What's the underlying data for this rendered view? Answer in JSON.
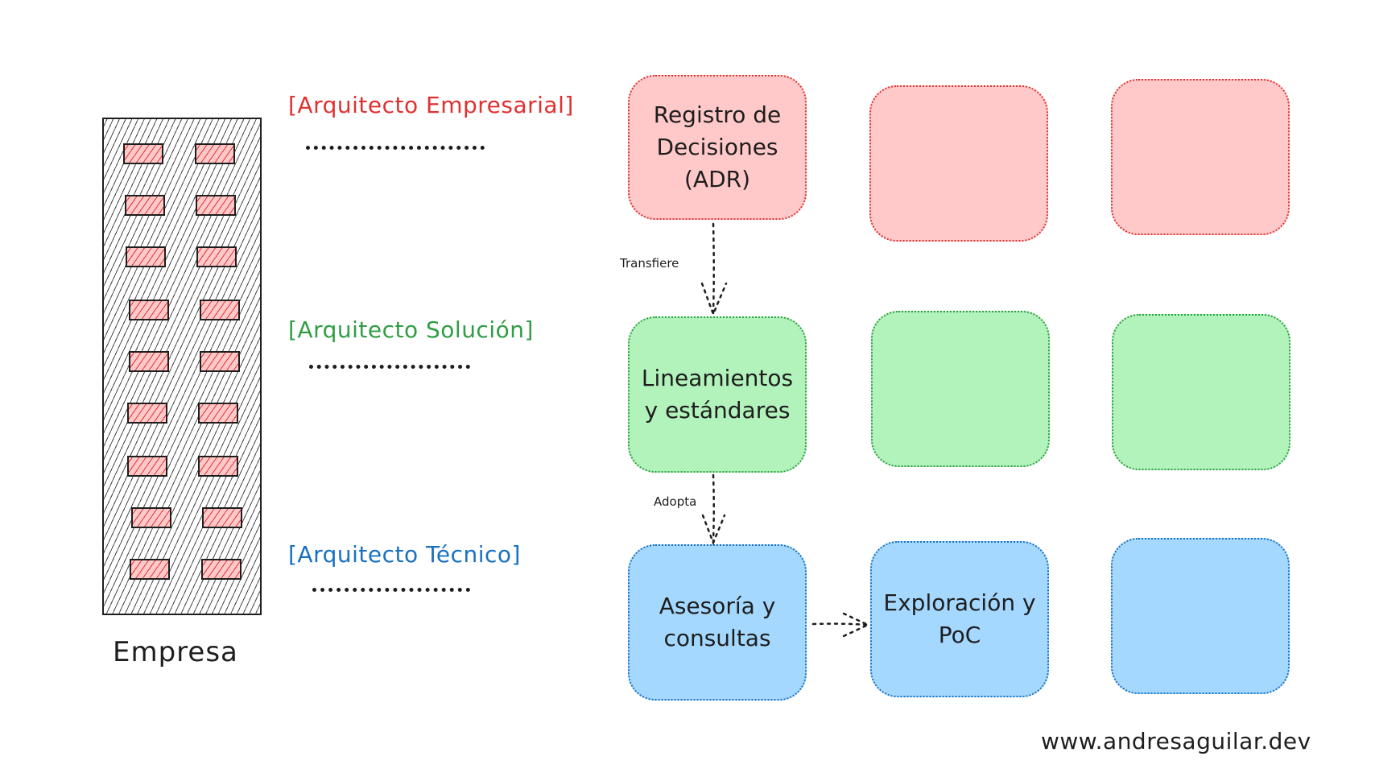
{
  "building": {
    "label": "Empresa"
  },
  "roles": {
    "enterprise": {
      "label": "[Arquitecto Empresarial]",
      "color": "#e03131"
    },
    "solution": {
      "label": "[Arquitecto Solución]",
      "color": "#2f9e44"
    },
    "technical": {
      "label": "[Arquitecto Técnico]",
      "color": "#1971c2"
    }
  },
  "boxes": {
    "adr": "Registro de Decisiones (ADR)",
    "guidelines": "Lineamientos y estándares",
    "advisory": "Asesoría y consultas",
    "exploration": "Exploración y PoC"
  },
  "edges": {
    "transfers": "Transfiere",
    "adopts": "Adopta"
  },
  "footer": {
    "url": "www.andresaguilar.dev"
  }
}
